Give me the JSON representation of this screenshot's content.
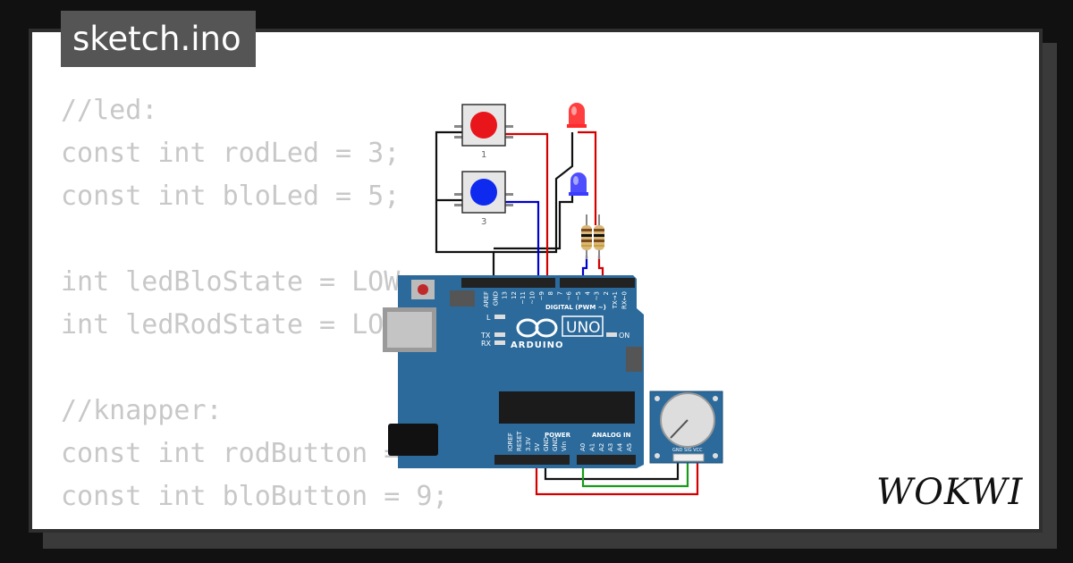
{
  "file": {
    "name": "sketch.ino"
  },
  "code_lines": [
    "//led:",
    "const int rodLed = 3;",
    "const int bloLed = 5;",
    "",
    "int ledBloState = LOW;",
    "int ledRodState = LOW;",
    "",
    "//knapper:",
    "const int rodButton = 7;",
    "const int bloButton = 9;"
  ],
  "board": {
    "model": "UNO",
    "brand": "ARDUINO",
    "digital_label": "DIGITAL (PWM ~)",
    "power_label": "POWER",
    "analog_label": "ANALOG IN",
    "on_label": "ON",
    "led_labels": [
      "L",
      "TX",
      "RX"
    ],
    "digital_pins": [
      "AREF",
      "GND",
      "13",
      "12",
      "~11",
      "~10",
      "~9",
      "8",
      "7",
      "~6",
      "~5",
      "4",
      "~3",
      "2",
      "TX→1",
      "RX←0"
    ],
    "power_pins": [
      "IOREF",
      "RESET",
      "3.3V",
      "5V",
      "GND",
      "GND",
      "Vin"
    ],
    "analog_pins": [
      "A0",
      "A1",
      "A2",
      "A3",
      "A4",
      "A5"
    ]
  },
  "buttons": [
    {
      "label": "1",
      "color": "#e8161b"
    },
    {
      "label": "3",
      "color": "#0e2aef"
    }
  ],
  "leds": [
    {
      "color": "#ff2a2a"
    },
    {
      "color": "#3b3bff"
    }
  ],
  "potentiometer": {
    "pins_label": "GND SIG VCC"
  },
  "brand": {
    "logo_text": "WOKWI"
  },
  "colors": {
    "board": "#2b6a9b",
    "wire_red": "#d40000",
    "wire_blue": "#0000cc",
    "wire_green": "#1a9a1a",
    "wire_black": "#111111"
  }
}
